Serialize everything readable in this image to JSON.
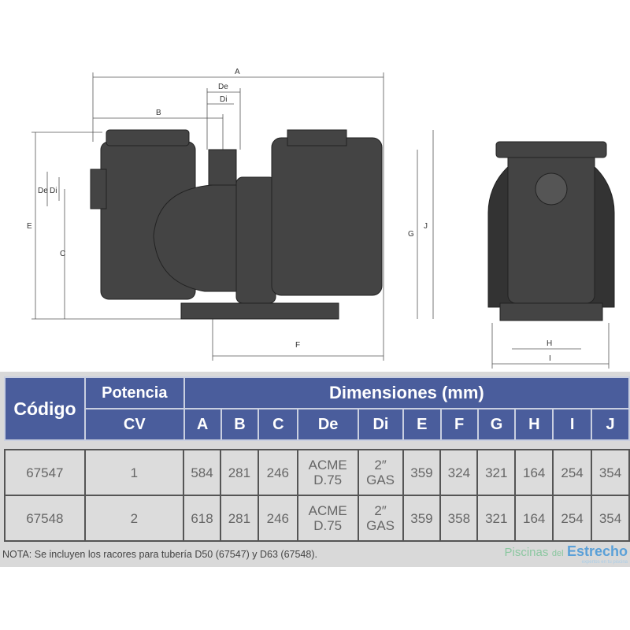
{
  "drawing": {
    "labels": [
      "A",
      "B",
      "De",
      "Di",
      "De",
      "Di",
      "C",
      "E",
      "F",
      "G",
      "J",
      "H",
      "I"
    ]
  },
  "table": {
    "header": {
      "codigo": "Código",
      "potencia": "Potencia",
      "cv": "CV",
      "dimensiones": "Dimensiones (mm)",
      "cols": [
        "A",
        "B",
        "C",
        "De",
        "Di",
        "E",
        "F",
        "G",
        "H",
        "I",
        "J"
      ]
    },
    "rows": [
      {
        "codigo": "67547",
        "cv": "1",
        "values": [
          "584",
          "281",
          "246",
          "ACME D.75",
          "2″ GAS",
          "359",
          "324",
          "321",
          "164",
          "254",
          "354"
        ]
      },
      {
        "codigo": "67548",
        "cv": "2",
        "values": [
          "618",
          "281",
          "246",
          "ACME D.75",
          "2″ GAS",
          "359",
          "358",
          "321",
          "164",
          "254",
          "354"
        ]
      }
    ]
  },
  "note": "NOTA: Se incluyen los racores para tubería D50 (67547) y D63 (67548).",
  "logo": {
    "part1": "Piscinas",
    "part2": "del",
    "part3": "Estrecho",
    "tagline": "expertos en tu piscina"
  }
}
